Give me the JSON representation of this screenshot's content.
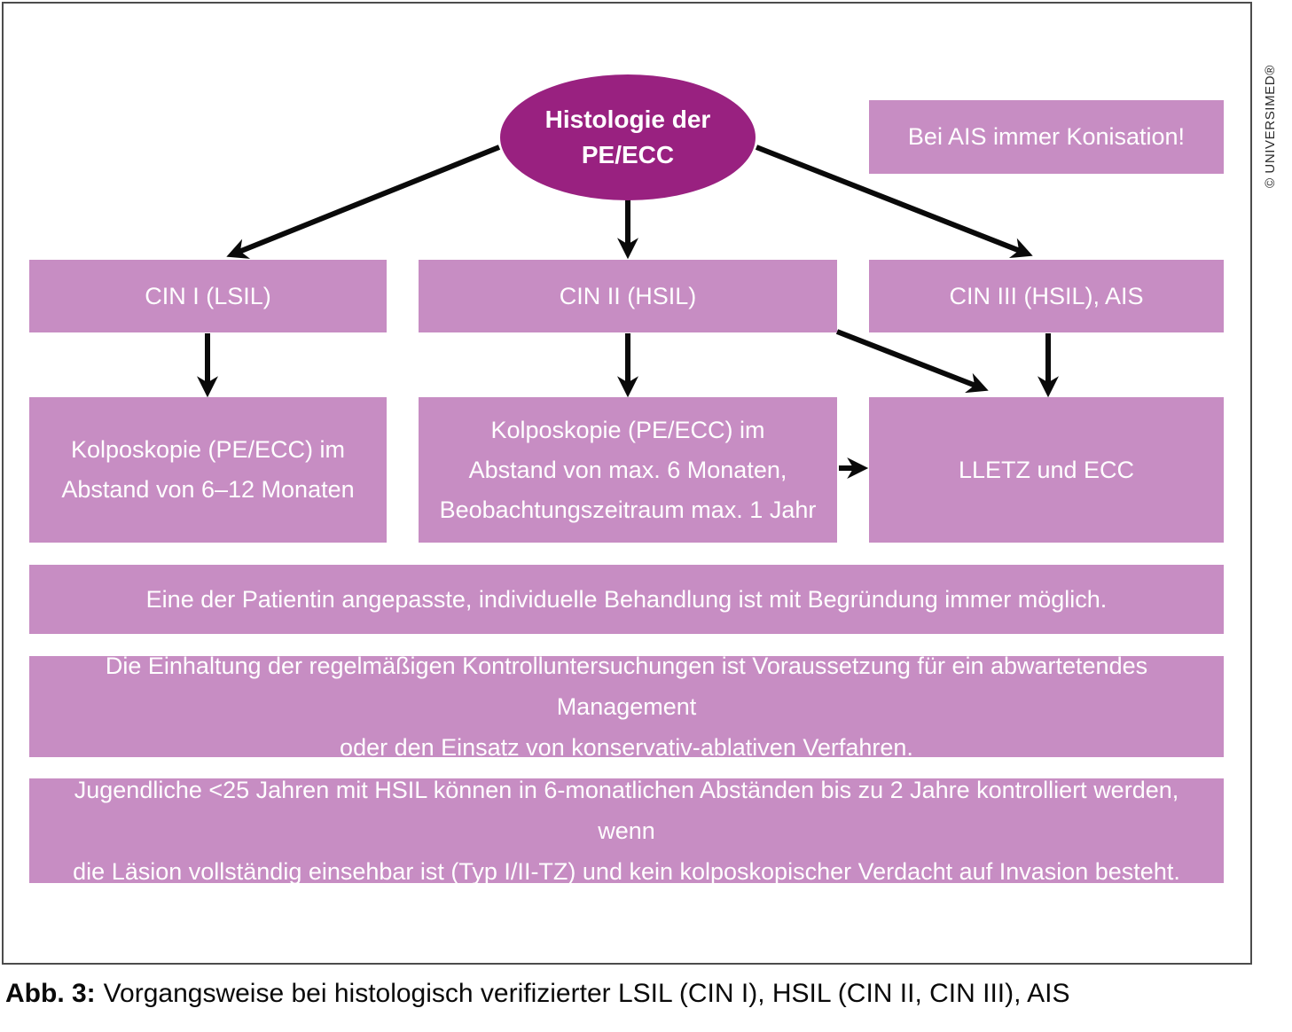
{
  "watermark": "© UNIVERSIMED®",
  "colors": {
    "root_fill": "#992180",
    "box_fill": "#C78DC3",
    "text_on_box": "#FFFFFF",
    "arrow": "#0A0A0A"
  },
  "flowchart": {
    "root": {
      "lines": [
        "Histologie der",
        "PE/ECC"
      ]
    },
    "ais_note": {
      "label": "Bei AIS immer Konisation!"
    },
    "level1": [
      {
        "label": "CIN I (LSIL)"
      },
      {
        "label": "CIN II (HSIL)"
      },
      {
        "label": "CIN III (HSIL), AIS"
      }
    ],
    "level2": [
      {
        "lines": [
          "Kolposkopie (PE/ECC) im",
          "Abstand von 6–12 Monaten"
        ]
      },
      {
        "lines": [
          "Kolposkopie (PE/ECC) im",
          "Abstand von max. 6 Monaten,",
          "Beobachtungszeitraum max. 1 Jahr"
        ]
      },
      {
        "label": "LLETZ und ECC"
      }
    ],
    "general_notes": [
      {
        "lines": [
          "Eine der Patientin angepasste, individuelle Behandlung ist mit Begründung immer möglich."
        ]
      },
      {
        "lines": [
          "Die Einhaltung der regelmäßigen Kontrolluntersuchungen ist Voraussetzung für ein abwartetendes Management",
          "oder den Einsatz von konservativ-ablativen Verfahren."
        ]
      },
      {
        "lines": [
          "Jugendliche <25 Jahren mit HSIL können in 6-monatlichen Abständen bis zu 2 Jahre kontrolliert werden, wenn",
          "die Läsion vollständig einsehbar ist (Typ I/II-TZ) und kein kolposkopischer Verdacht auf Invasion besteht."
        ]
      }
    ]
  },
  "caption": {
    "label": "Abb. 3:",
    "text": "Vorgangsweise bei histologisch verifizierter LSIL (CIN I), HSIL (CIN II, CIN III), AIS"
  }
}
